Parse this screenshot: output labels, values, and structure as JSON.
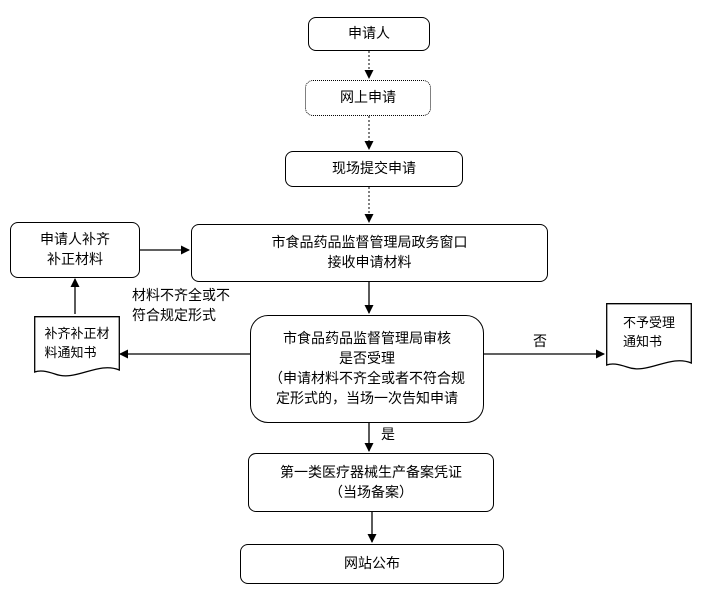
{
  "nodes": {
    "applicant": "申请人",
    "online": "网上申请",
    "onsite": "现场提交申请",
    "supplement": {
      "line1": "申请人补齐",
      "line2": "补正材料"
    },
    "window": {
      "line1": "市食品药品监督管理局政务窗口",
      "line2": "接收申请材料"
    },
    "review": {
      "line1": "市食品药品监督管理局审核",
      "line2": "是否受理",
      "line3": "（申请材料不齐全或者不符合规",
      "line4": "定形式的，当场一次告知申请"
    },
    "certificate": {
      "line1": "第一类医疗器械生产备案凭证",
      "line2": "（当场备案）"
    },
    "publish": "网站公布",
    "supplement_notice": {
      "line1": "补齐补正材",
      "line2": "料通知书"
    },
    "reject_notice": {
      "line1": "不予受理",
      "line2": "通知书"
    }
  },
  "labels": {
    "incomplete": {
      "line1": "材料不齐全或不",
      "line2": "符合规定形式"
    },
    "no": "否",
    "yes": "是"
  }
}
